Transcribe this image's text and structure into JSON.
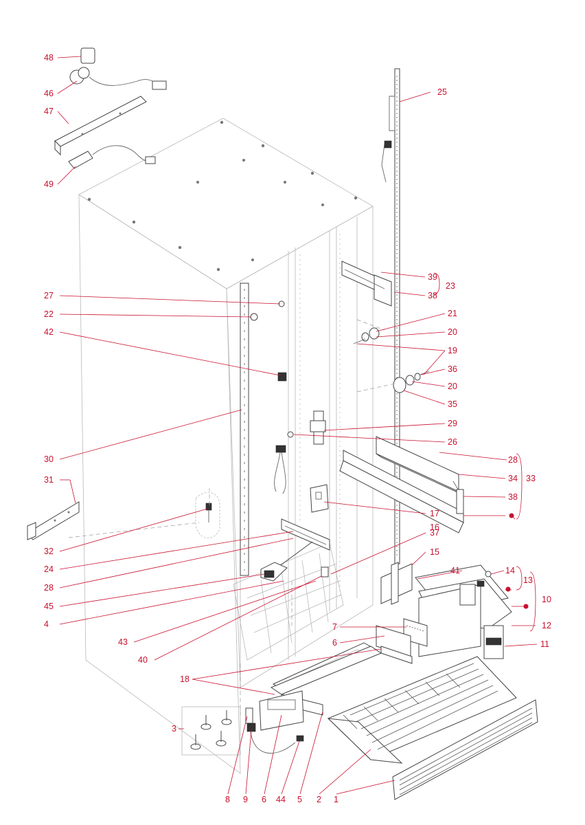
{
  "diagram": {
    "callouts": {
      "c1": "1",
      "c2": "2",
      "c3": "3",
      "c4": "4",
      "c5": "5",
      "c6a": "6",
      "c6b": "6",
      "c7": "7",
      "c8": "8",
      "c9": "9",
      "c10": "10",
      "c11": "11",
      "c12": "12",
      "c13": "13",
      "c14": "14",
      "c15": "15",
      "c16": "16",
      "c17": "17",
      "c18": "18",
      "c19": "19",
      "c20a": "20",
      "c20b": "20",
      "c21": "21",
      "c22": "22",
      "c23": "23",
      "c24": "24",
      "c25": "25",
      "c26": "26",
      "c27": "27",
      "c28a": "28",
      "c28b": "28",
      "c29": "29",
      "c30": "30",
      "c31": "31",
      "c32": "32",
      "c33": "33",
      "c34": "34",
      "c35": "35",
      "c36": "36",
      "c37": "37",
      "c38a": "38",
      "c38b": "38",
      "c39": "39",
      "c40": "40",
      "c41": "41",
      "c42": "42",
      "c43": "43",
      "c44": "44",
      "c45": "45",
      "c46": "46",
      "c47": "47",
      "c48": "48",
      "c49": "49"
    },
    "colors": {
      "callout": "#c8102e",
      "line_art": "#444444",
      "faint": "#b8b8b8"
    }
  }
}
